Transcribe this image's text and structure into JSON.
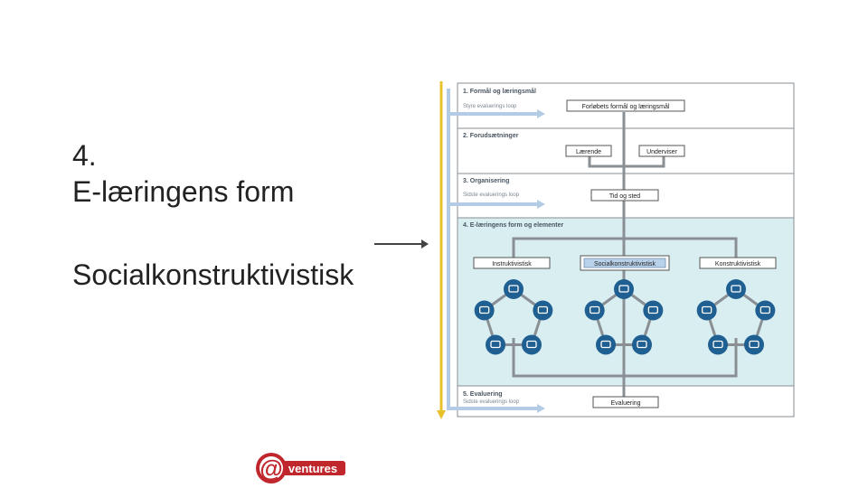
{
  "slide": {
    "heading_line1": "4.",
    "heading_line2": "E-læringens form",
    "subheading": "Socialkonstruktivistisk"
  },
  "diagram": {
    "sections": [
      {
        "label": "1. Formål og læringsmål",
        "note": "Styre evaluerings loop"
      },
      {
        "label": "2. Forudsætninger",
        "note": ""
      },
      {
        "label": "3. Organisering",
        "note": "Sidste evaluerings loop"
      },
      {
        "label": "4. E-læringens form og elementer",
        "note": ""
      },
      {
        "label": "5. Evaluering",
        "note": "Sidste evaluerings loop"
      }
    ],
    "boxes": {
      "purpose": "Forløbets formål og læringsmål",
      "learner": "Lærende",
      "teacher": "Underviser",
      "time_place": "Tid og sted",
      "instruct": "Instruktivistisk",
      "social": "Socialkonstruktivistisk",
      "construct": "Konstruktivistisk",
      "evaluation": "Evaluering"
    },
    "colors": {
      "highlight_bg": "#d8eef0",
      "node_blue": "#1f5f91",
      "loop_blue": "#b4cbe6",
      "loop_yellow": "#e8c12c",
      "border_gray": "#8a8f94"
    }
  },
  "logo": {
    "symbol": "@",
    "text": "ventures",
    "color": "#c0272d"
  }
}
